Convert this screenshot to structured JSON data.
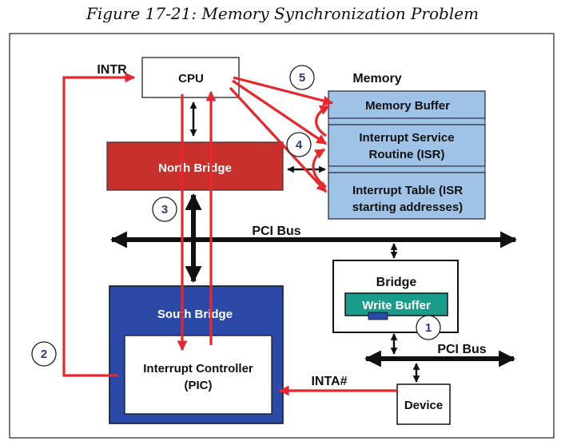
{
  "caption": "Figure 17-21: Memory Synchronization Problem",
  "labels": {
    "intr": "INTR",
    "cpu": "CPU",
    "memory": "Memory",
    "memory_buffer": "Memory Buffer",
    "isr_line1": "Interrupt Service",
    "isr_line2": "Routine (ISR)",
    "table_line1": "Interrupt Table (ISR",
    "table_line2": "starting addresses)",
    "north_bridge": "North Bridge",
    "pci_bus_top": "PCI Bus",
    "bridge": "Bridge",
    "write_buffer": "Write Buffer",
    "pci_bus_right": "PCI Bus",
    "south_bridge": "South Bridge",
    "pic_line1": "Interrupt Controller",
    "pic_line2": "(PIC)",
    "inta": "INTA#",
    "device": "Device"
  },
  "steps": [
    "1",
    "2",
    "3",
    "4",
    "5"
  ],
  "colors": {
    "signal": "#e8262b",
    "north_bridge": "#c8302b",
    "south_bridge": "#2b4aa8",
    "memory": "#9ec3e6",
    "write_buffer": "#1a9c8c",
    "step_text": "#2d3a8c"
  }
}
